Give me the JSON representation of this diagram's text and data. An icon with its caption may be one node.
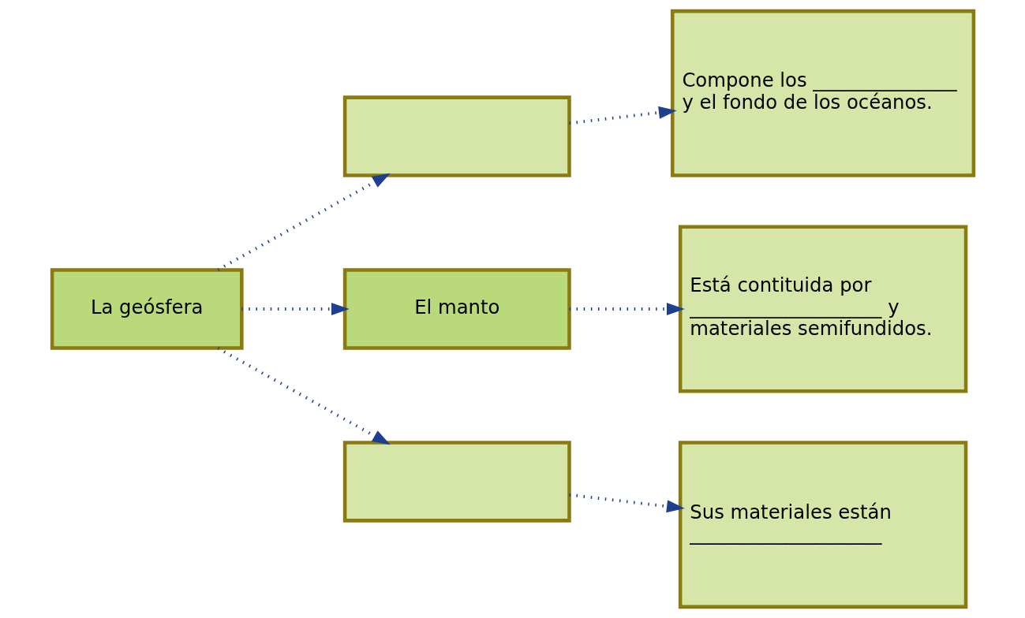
{
  "diagram": {
    "nodes": [
      {
        "text": [
          "La geósfera"
        ]
      },
      {
        "text": [],
        "shape": "box"
      },
      {
        "text": [
          "El manto"
        ]
      },
      {
        "text": [],
        "shape": "box"
      },
      {
        "text": [
          "Compone los _______________ y el fondo de los océanos."
        ]
      },
      {
        "text": [
          "Está contituida por ____________________ y materiales semifundidos."
        ]
      },
      {
        "text": [
          "Sus materiales están ____________________"
        ]
      }
    ],
    "edges": [
      {
        "from": 0,
        "to": 1,
        "arrow": "to"
      },
      {
        "from": 0,
        "to": 2,
        "arrow": "to"
      },
      {
        "from": 0,
        "to": 3,
        "arrow": "to"
      },
      {
        "from": 1,
        "to": 4,
        "arrow": "to"
      },
      {
        "from": 2,
        "to": 5,
        "arrow": "to"
      },
      {
        "from": 3,
        "to": 6,
        "arrow": "to"
      }
    ]
  }
}
